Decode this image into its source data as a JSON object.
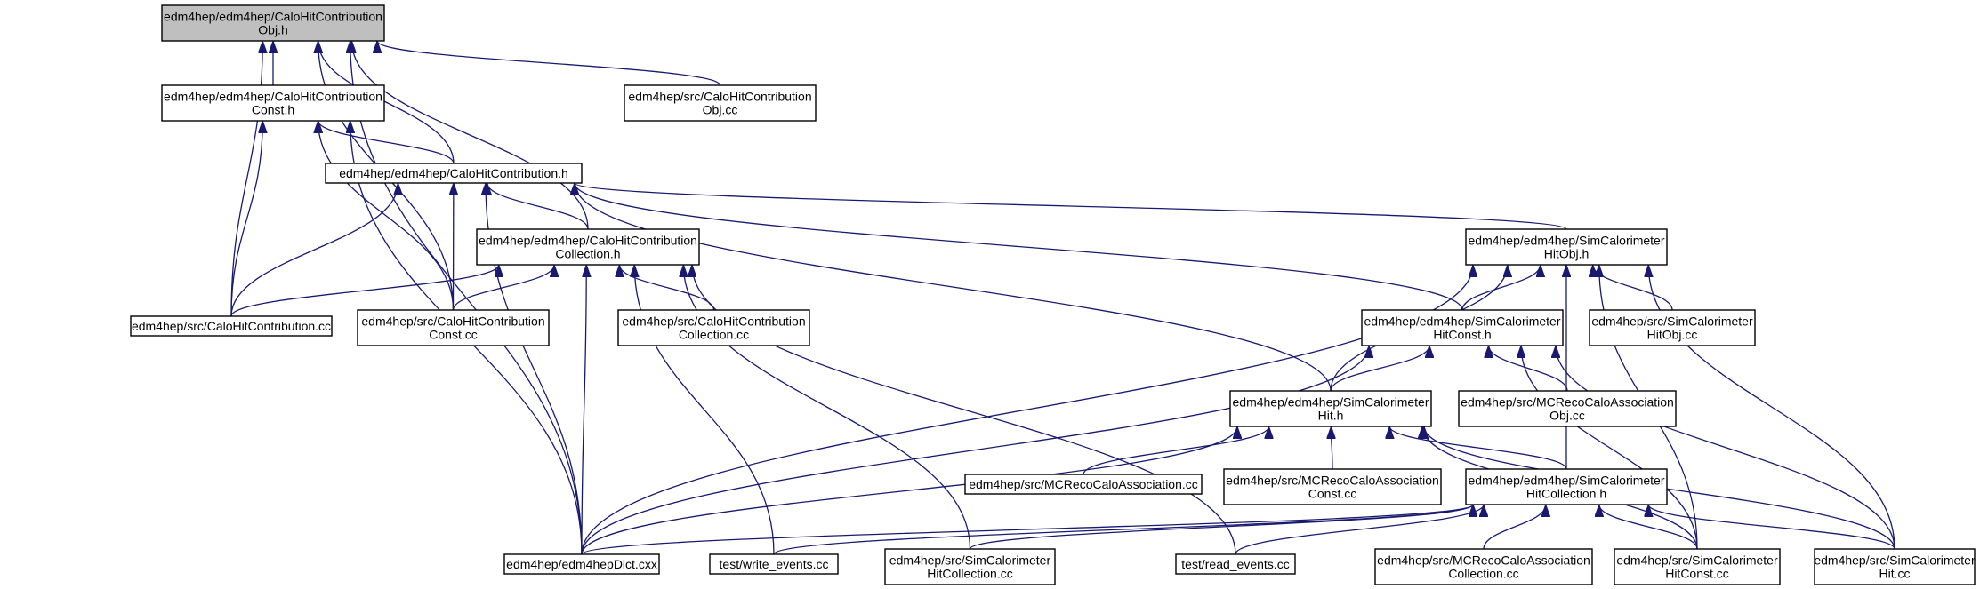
{
  "graph": {
    "edge_color": "#191970",
    "root_fill": "#bfbfbf",
    "nodes": {
      "calohitcontribution_obj_h": {
        "lines": [
          "edm4hep/edm4hep/CaloHitContribution",
          "Obj.h"
        ],
        "root": true
      },
      "calohitcontribution_const_h": {
        "lines": [
          "edm4hep/edm4hep/CaloHitContribution",
          "Const.h"
        ]
      },
      "src_calohitcontribution_obj_cc": {
        "lines": [
          "edm4hep/src/CaloHitContribution",
          "Obj.cc"
        ]
      },
      "calohitcontribution_h": {
        "lines": [
          "edm4hep/edm4hep/CaloHitContribution.h"
        ]
      },
      "calohitcontribution_collection_h": {
        "lines": [
          "edm4hep/edm4hep/CaloHitContribution",
          "Collection.h"
        ]
      },
      "src_calohitcontribution_cc": {
        "lines": [
          "edm4hep/src/CaloHitContribution.cc"
        ]
      },
      "src_calohitcontribution_const_cc": {
        "lines": [
          "edm4hep/src/CaloHitContribution",
          "Const.cc"
        ]
      },
      "src_calohitcontribution_collection_cc": {
        "lines": [
          "edm4hep/src/CaloHitContribution",
          "Collection.cc"
        ]
      },
      "simcalorimeterhit_obj_h": {
        "lines": [
          "edm4hep/edm4hep/SimCalorimeter",
          "HitObj.h"
        ]
      },
      "simcalorimeterhit_const_h": {
        "lines": [
          "edm4hep/edm4hep/SimCalorimeter",
          "HitConst.h"
        ]
      },
      "src_simcalorimeterhit_obj_cc": {
        "lines": [
          "edm4hep/src/SimCalorimeter",
          "HitObj.cc"
        ]
      },
      "simcalorimeterhit_h": {
        "lines": [
          "edm4hep/edm4hep/SimCalorimeter",
          "Hit.h"
        ]
      },
      "src_mcrecocaloassociation_obj_cc": {
        "lines": [
          "edm4hep/src/MCRecoCaloAssociation",
          "Obj.cc"
        ]
      },
      "src_mcrecocaloassociation_cc": {
        "lines": [
          "edm4hep/src/MCRecoCaloAssociation.cc"
        ]
      },
      "src_mcrecocaloassociation_const_cc": {
        "lines": [
          "edm4hep/src/MCRecoCaloAssociation",
          "Const.cc"
        ]
      },
      "simcalorimeterhit_collection_h": {
        "lines": [
          "edm4hep/edm4hep/SimCalorimeter",
          "HitCollection.h"
        ]
      },
      "edm4hepdict_cxx": {
        "lines": [
          "edm4hep/edm4hepDict.cxx"
        ]
      },
      "test_write_events_cc": {
        "lines": [
          "test/write_events.cc"
        ]
      },
      "src_simcalorimeterhit_collection_cc": {
        "lines": [
          "edm4hep/src/SimCalorimeter",
          "HitCollection.cc"
        ]
      },
      "test_read_events_cc": {
        "lines": [
          "test/read_events.cc"
        ]
      },
      "src_mcrecocaloassociation_collection_cc": {
        "lines": [
          "edm4hep/src/MCRecoCaloAssociation",
          "Collection.cc"
        ]
      },
      "src_simcalorimeterhit_const_cc": {
        "lines": [
          "edm4hep/src/SimCalorimeter",
          "HitConst.cc"
        ]
      },
      "src_simcalorimeterhit_cc": {
        "lines": [
          "edm4hep/src/SimCalorimeter",
          "Hit.cc"
        ]
      }
    },
    "edges": [
      [
        "calohitcontribution_const_h",
        "calohitcontribution_obj_h"
      ],
      [
        "src_calohitcontribution_obj_cc",
        "calohitcontribution_obj_h"
      ],
      [
        "calohitcontribution_h",
        "calohitcontribution_obj_h"
      ],
      [
        "calohitcontribution_collection_h",
        "calohitcontribution_obj_h"
      ],
      [
        "src_calohitcontribution_cc",
        "calohitcontribution_obj_h"
      ],
      [
        "src_calohitcontribution_const_cc",
        "calohitcontribution_obj_h"
      ],
      [
        "edm4hepdict_cxx",
        "calohitcontribution_obj_h"
      ],
      [
        "calohitcontribution_h",
        "calohitcontribution_const_h"
      ],
      [
        "src_calohitcontribution_cc",
        "calohitcontribution_const_h"
      ],
      [
        "src_calohitcontribution_const_cc",
        "calohitcontribution_const_h"
      ],
      [
        "edm4hepdict_cxx",
        "calohitcontribution_const_h"
      ],
      [
        "calohitcontribution_collection_h",
        "calohitcontribution_h"
      ],
      [
        "src_calohitcontribution_cc",
        "calohitcontribution_h"
      ],
      [
        "src_calohitcontribution_const_cc",
        "calohitcontribution_h"
      ],
      [
        "edm4hepdict_cxx",
        "calohitcontribution_h"
      ],
      [
        "simcalorimeterhit_obj_h",
        "calohitcontribution_h"
      ],
      [
        "simcalorimeterhit_const_h",
        "calohitcontribution_h"
      ],
      [
        "simcalorimeterhit_h",
        "calohitcontribution_h"
      ],
      [
        "src_calohitcontribution_cc",
        "calohitcontribution_collection_h"
      ],
      [
        "src_calohitcontribution_const_cc",
        "calohitcontribution_collection_h"
      ],
      [
        "src_calohitcontribution_collection_cc",
        "calohitcontribution_collection_h"
      ],
      [
        "edm4hepdict_cxx",
        "calohitcontribution_collection_h"
      ],
      [
        "test_write_events_cc",
        "calohitcontribution_collection_h"
      ],
      [
        "src_simcalorimeterhit_collection_cc",
        "calohitcontribution_collection_h"
      ],
      [
        "test_read_events_cc",
        "calohitcontribution_collection_h"
      ],
      [
        "simcalorimeterhit_const_h",
        "simcalorimeterhit_obj_h"
      ],
      [
        "src_simcalorimeterhit_obj_cc",
        "simcalorimeterhit_obj_h"
      ],
      [
        "simcalorimeterhit_h",
        "simcalorimeterhit_obj_h"
      ],
      [
        "edm4hepdict_cxx",
        "simcalorimeterhit_obj_h"
      ],
      [
        "simcalorimeterhit_collection_h",
        "simcalorimeterhit_obj_h"
      ],
      [
        "src_simcalorimeterhit_const_cc",
        "simcalorimeterhit_obj_h"
      ],
      [
        "src_simcalorimeterhit_cc",
        "simcalorimeterhit_obj_h"
      ],
      [
        "simcalorimeterhit_h",
        "simcalorimeterhit_const_h"
      ],
      [
        "src_mcrecocaloassociation_obj_cc",
        "simcalorimeterhit_const_h"
      ],
      [
        "edm4hepdict_cxx",
        "simcalorimeterhit_const_h"
      ],
      [
        "src_simcalorimeterhit_const_cc",
        "simcalorimeterhit_const_h"
      ],
      [
        "src_simcalorimeterhit_cc",
        "simcalorimeterhit_const_h"
      ],
      [
        "src_mcrecocaloassociation_cc",
        "simcalorimeterhit_h"
      ],
      [
        "src_mcrecocaloassociation_const_cc",
        "simcalorimeterhit_h"
      ],
      [
        "simcalorimeterhit_collection_h",
        "simcalorimeterhit_h"
      ],
      [
        "edm4hepdict_cxx",
        "simcalorimeterhit_h"
      ],
      [
        "src_simcalorimeterhit_const_cc",
        "simcalorimeterhit_h"
      ],
      [
        "src_simcalorimeterhit_cc",
        "simcalorimeterhit_h"
      ],
      [
        "edm4hepdict_cxx",
        "simcalorimeterhit_collection_h"
      ],
      [
        "test_write_events_cc",
        "simcalorimeterhit_collection_h"
      ],
      [
        "src_simcalorimeterhit_collection_cc",
        "simcalorimeterhit_collection_h"
      ],
      [
        "test_read_events_cc",
        "simcalorimeterhit_collection_h"
      ],
      [
        "src_mcrecocaloassociation_collection_cc",
        "simcalorimeterhit_collection_h"
      ],
      [
        "src_simcalorimeterhit_const_cc",
        "simcalorimeterhit_collection_h"
      ],
      [
        "src_simcalorimeterhit_cc",
        "simcalorimeterhit_collection_h"
      ]
    ]
  }
}
